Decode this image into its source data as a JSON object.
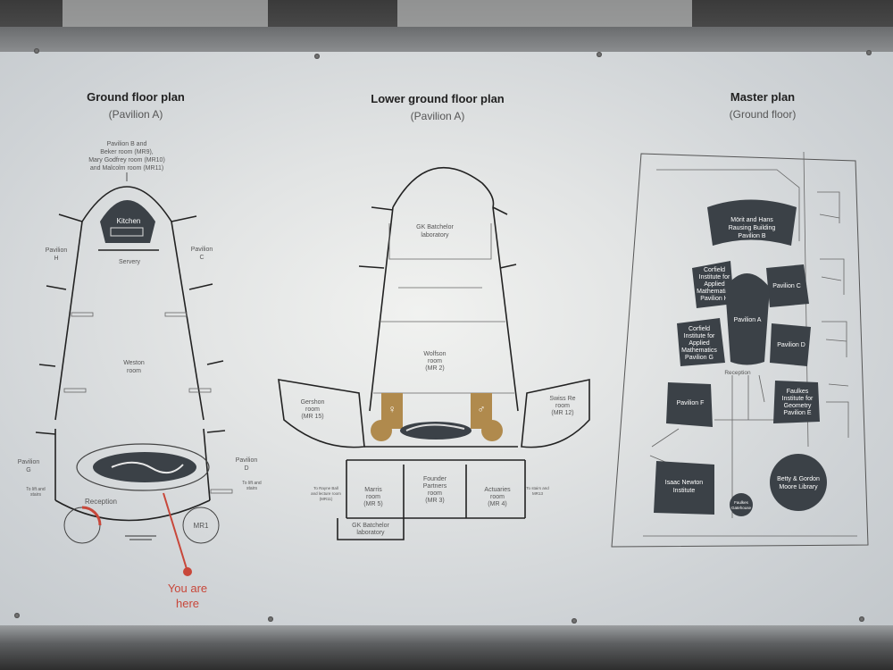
{
  "plans": {
    "ground": {
      "title": "Ground floor plan",
      "subtitle": "(Pavilion A)",
      "top_note": [
        "Pavilion B and",
        "Beker room (MR9),",
        "Mary Godfrey room (MR10)",
        "and Malcolm room (MR11)"
      ],
      "kitchen": "Kitchen",
      "servery": "Servery",
      "pavilion_h": [
        "Pavilion",
        "H"
      ],
      "pavilion_c": [
        "Pavilion",
        "C"
      ],
      "weston": [
        "Weston",
        "room"
      ],
      "pavilion_g": [
        "Pavilion",
        "G"
      ],
      "pavilion_d": [
        "Pavilion",
        "D"
      ],
      "to_lift_left": [
        "To lift and",
        "stairs"
      ],
      "to_lift_right": [
        "To lift and",
        "stairs"
      ],
      "reception": "Reception",
      "mr1": "MR1",
      "you_are_here": [
        "You are",
        "here"
      ]
    },
    "lower": {
      "title": "Lower ground floor plan",
      "subtitle": "(Pavilion A)",
      "batchelor_lab_top": [
        "GK Batchelor",
        "laboratory"
      ],
      "wolfson": [
        "Wolfson",
        "room",
        "(MR 2)"
      ],
      "gershon": [
        "Gershon",
        "room",
        "(MR 15)"
      ],
      "swiss_re": [
        "Swiss Re",
        "room",
        "(MR 12)"
      ],
      "left_note": [
        "To Rayne Ball",
        "and lecture room",
        "(MR11)"
      ],
      "right_note": [
        "To stairs and",
        "MR13"
      ],
      "marris": [
        "Marris",
        "room",
        "(MR 5)"
      ],
      "founder": [
        "Founder",
        "Partners",
        "room",
        "(MR 3)"
      ],
      "actuaries": [
        "Actuaries",
        "room",
        "(MR 4)"
      ],
      "batchelor_lab_bottom": [
        "GK Batchelor",
        "laboratory"
      ]
    },
    "master": {
      "title": "Master plan",
      "subtitle": "(Ground floor)",
      "pavilion_b": [
        "Mörit and Hans",
        "Rausing Building",
        "Pavilion B"
      ],
      "pavilion_h": [
        "Corfield",
        "Institute for",
        "Applied",
        "Mathematics",
        "Pavilion H"
      ],
      "pavilion_c": "Pavilion C",
      "pavilion_a": "Pavilion A",
      "pavilion_g": [
        "Corfield",
        "Institute for",
        "Applied",
        "Mathematics",
        "Pavilion G"
      ],
      "pavilion_d": "Pavilion D",
      "reception": "Reception",
      "pavilion_f": "Pavilion F",
      "pavilion_e": [
        "Faulkes",
        "Institute for",
        "Geometry",
        "Pavilion E"
      ],
      "newton": [
        "Isaac Newton",
        "Institute"
      ],
      "library": [
        "Betty & Gordon",
        "Moore Library"
      ],
      "gatehouse": [
        "Faulkes",
        "Gatehouse"
      ]
    }
  },
  "colors": {
    "building": "#3b4147",
    "facility": "#b08a4d",
    "you_are_here": "#c8473a",
    "wall": "#222222"
  }
}
